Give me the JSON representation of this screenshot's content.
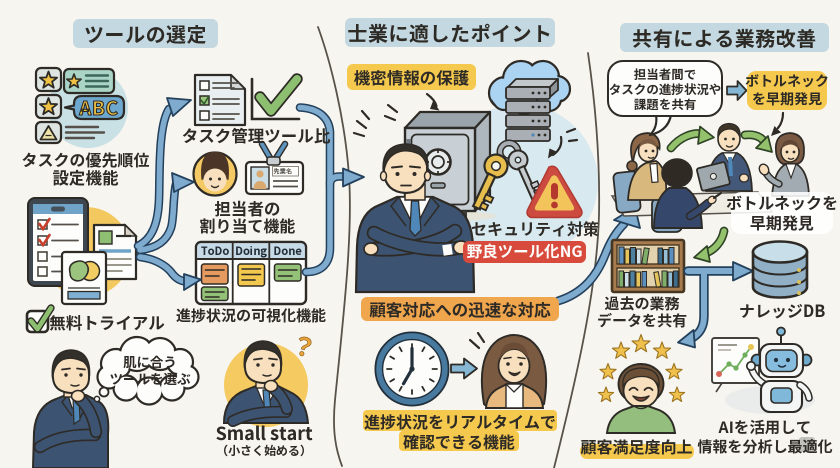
{
  "palette": {
    "background": "#f7f5ef",
    "ink": "#2e2b26",
    "title_bg": "#c3d8e0",
    "highlight_yellow": "#f5c84e",
    "highlight_orange": "#f0a64d",
    "alert_red": "#d84b3c",
    "arrow_blue": "#7fabce",
    "arrow_green": "#93c16c",
    "card_orange": "#e59a60",
    "card_yellow": "#f2c84f",
    "card_green": "#94c178"
  },
  "columns": {
    "tool_selection": {
      "title": "ツールの選定",
      "priority_feature": {
        "line1": "タスクの優先順位",
        "line2": "設定機能",
        "abc": "ABC"
      },
      "tool_comparison": {
        "label": "タスク管理ツール比"
      },
      "assignment_feature": {
        "line1": "担当者の",
        "line2": "割り当て機能",
        "badge_text": "先業名"
      },
      "kanban": {
        "columns": [
          "ToDo",
          "Doing",
          "Done"
        ],
        "label": "進捗状況の可視化機能"
      },
      "free_trial": {
        "label": "無料トライアル"
      },
      "thought_bubble": {
        "line1": "肌に合う",
        "line2": "ツールを選ぶ"
      },
      "small_start": {
        "line1": "Small start",
        "line2": "（小さく始める）",
        "question_mark": "？"
      }
    },
    "professional_points": {
      "title": "士業に適したポイント",
      "confidential": {
        "label": "機密情報の保護"
      },
      "security": {
        "label": "セキュリティ対策",
        "ng_label": "野良ツール化NG"
      },
      "customer_response": {
        "label": "顧客対応への迅速な対応"
      },
      "realtime": {
        "line1": "進捗状況をリアルタイムで",
        "line2": "確認できる機能"
      }
    },
    "business_improvement": {
      "title": "共有による業務改善",
      "share_bubble": {
        "line1": "担当者間で",
        "line2": "タスクの進捗状況や",
        "line3": "課題を共有"
      },
      "bottleneck_label": {
        "line1": "ボトルネック",
        "line2": "を早期発見"
      },
      "bottleneck_note": {
        "line1": "ボトルネックを",
        "line2": "早期発見"
      },
      "past_data": {
        "line1": "過去の業務",
        "line2": "データを共有"
      },
      "knowledge_db": {
        "label": "ナレッジDB"
      },
      "satisfaction": {
        "label": "顧客満足度向上"
      },
      "ai": {
        "line1": "AIを活用して",
        "line2": "情報を分析し最適化"
      }
    }
  }
}
